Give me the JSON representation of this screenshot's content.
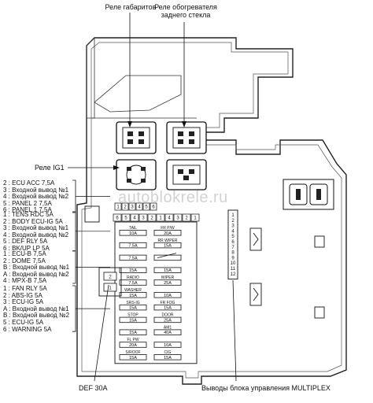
{
  "callouts": {
    "relay_parking": "Реле габаритов",
    "relay_rear_defog_line1": "Реле обогревателя",
    "relay_rear_defog_line2": "заднего стекла",
    "relay_ig1": "Реле IG1",
    "def_30a": "DEF 30A",
    "multiplex": "Выводы блока управления MULTIPLEX"
  },
  "watermark": "autoblokrele.ru",
  "left_groups": [
    {
      "lines": [
        "2 : ECU ACC 7,5A",
        "3 : Входной вывод №1",
        "4 : Входной вывод №2",
        "5 : PANEL 2 7,5A",
        "6 : PANEL 1 7,5A"
      ]
    },
    {
      "lines": [
        "1 : TENS RDC 5A",
        "2 : BODY ECU-IG 5A",
        "3 : Входной вывод №1",
        "4 : Входной вывод №2",
        "5 : DEF RLY 5A",
        "6 : BK/UP LP 5A"
      ]
    },
    {
      "lines": [
        "1 : ECU-B 7,5A",
        "2 : DOME 7,5A",
        "B : Входной вывод №1",
        "A : Входной вывод №2",
        "4 : MPX-B 7,5A"
      ]
    },
    {
      "lines": [
        "1 : FAN RLY 5A",
        "2 : ABS-IG 5A",
        "3 : ECU-IG 5A",
        "A : Входной вывод №1",
        "B : Входной вывод №2",
        "5 : ECU-IG 5A",
        "6 : WARNING 5A"
      ]
    }
  ],
  "slot_rows": {
    "row1": [
      "1",
      "2",
      "3",
      "4",
      "5",
      "6"
    ],
    "row2": [
      "6",
      "5",
      "4",
      "3",
      "2",
      "1",
      "4",
      "3",
      "2",
      "1"
    ]
  },
  "fuse_grid": [
    {
      "name": "TAIL",
      "amp": "10A",
      "name2": "FR P/W",
      "amp2": "20A"
    },
    {
      "name": "",
      "amp": "7.5A",
      "name2": "RR WIPER",
      "amp2": "15A"
    },
    {
      "name": "",
      "amp": "7.5A",
      "name2": "",
      "amp2": ""
    },
    {
      "name": "",
      "amp": "15A",
      "name2": "",
      "amp2": "15A"
    },
    {
      "name": "RADIO",
      "amp": "7.5A",
      "name2": "WIPER",
      "amp2": "25A"
    },
    {
      "name": "WASHER",
      "amp": "15A",
      "name2": "",
      "amp2": "10A"
    },
    {
      "name": "SRS-IG",
      "amp": "15A",
      "name2": "FR FOG",
      "amp2": "15A"
    },
    {
      "name": "STOP",
      "amp": "15A",
      "name2": "DOOR",
      "amp2": "25A"
    },
    {
      "name": "",
      "amp": "15A",
      "name2": "AM1",
      "amp2": "40A"
    },
    {
      "name": "FL PW",
      "amp": "20A",
      "name2": "",
      "amp2": "10A"
    },
    {
      "name": "S/ROOF",
      "amp": "15A",
      "name2": "CIG",
      "amp2": "15A"
    }
  ],
  "small_blocks": [
    "2",
    "1"
  ],
  "multiplex_pins": [
    "1",
    "2",
    "3",
    "4",
    "5",
    "6",
    "7",
    "8",
    "9",
    "10",
    "11",
    "12"
  ]
}
